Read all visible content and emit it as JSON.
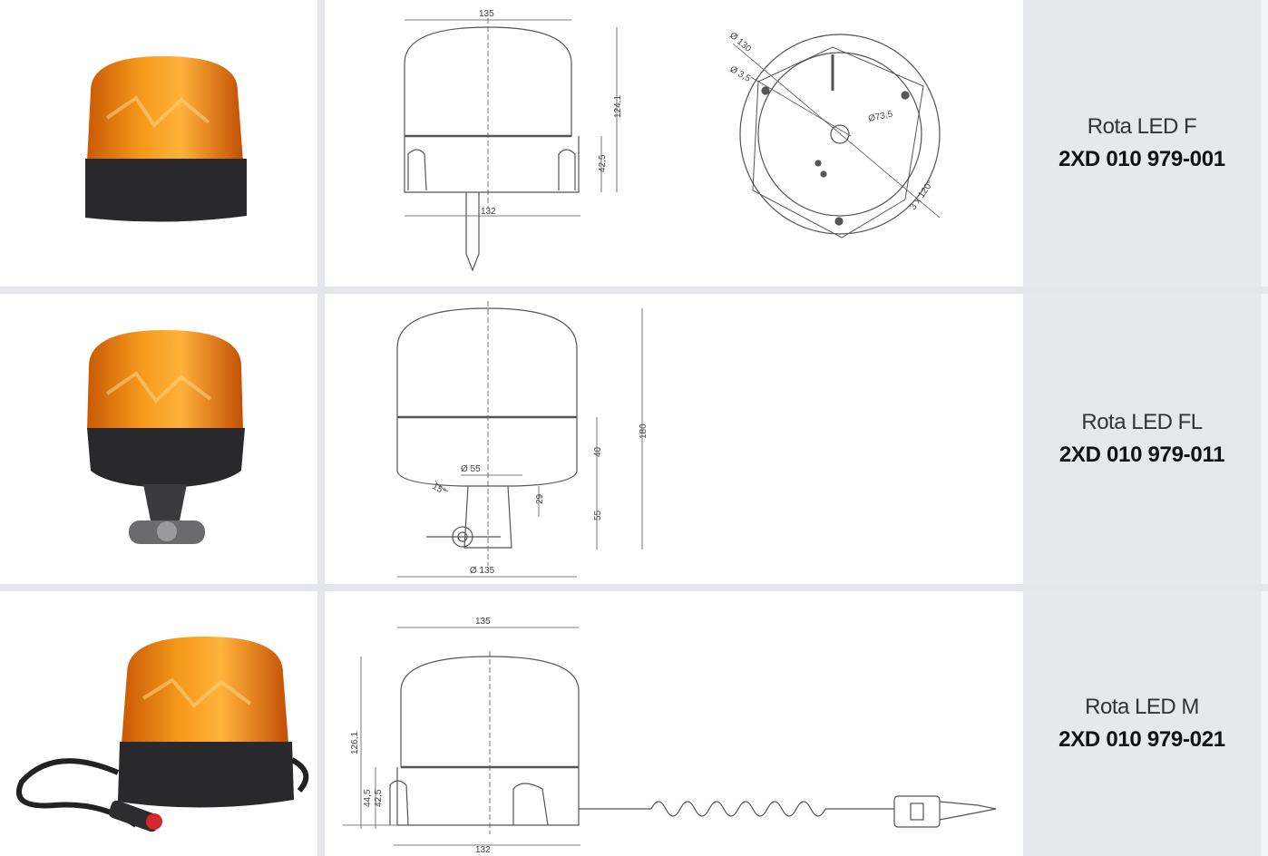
{
  "products": [
    {
      "name": "Rota LED F",
      "code": "2XD 010 979-001",
      "drawing": {
        "side_dims": [
          "135",
          "124,1",
          "42,5",
          "132"
        ],
        "top_dims": [
          "Ø 130",
          "Ø 3,5",
          "Ø73,5",
          "3 x 120°"
        ]
      }
    },
    {
      "name": "Rota LED FL",
      "code": "2XD 010 979-011",
      "drawing": {
        "side_dims": [
          "180",
          "40",
          "Ø 55",
          "15°",
          "29",
          "55",
          "Ø 135"
        ]
      }
    },
    {
      "name": "Rota LED M",
      "code": "2XD 010 979-021",
      "drawing": {
        "side_dims": [
          "135",
          "126,1",
          "44,5",
          "42,5",
          "132"
        ]
      }
    }
  ],
  "colors": {
    "amber": "#f08a12",
    "amber_dark": "#c45a05",
    "base": "#2a2a2c",
    "panel": "#e7e8ec",
    "separator": "#e4e6ea"
  }
}
